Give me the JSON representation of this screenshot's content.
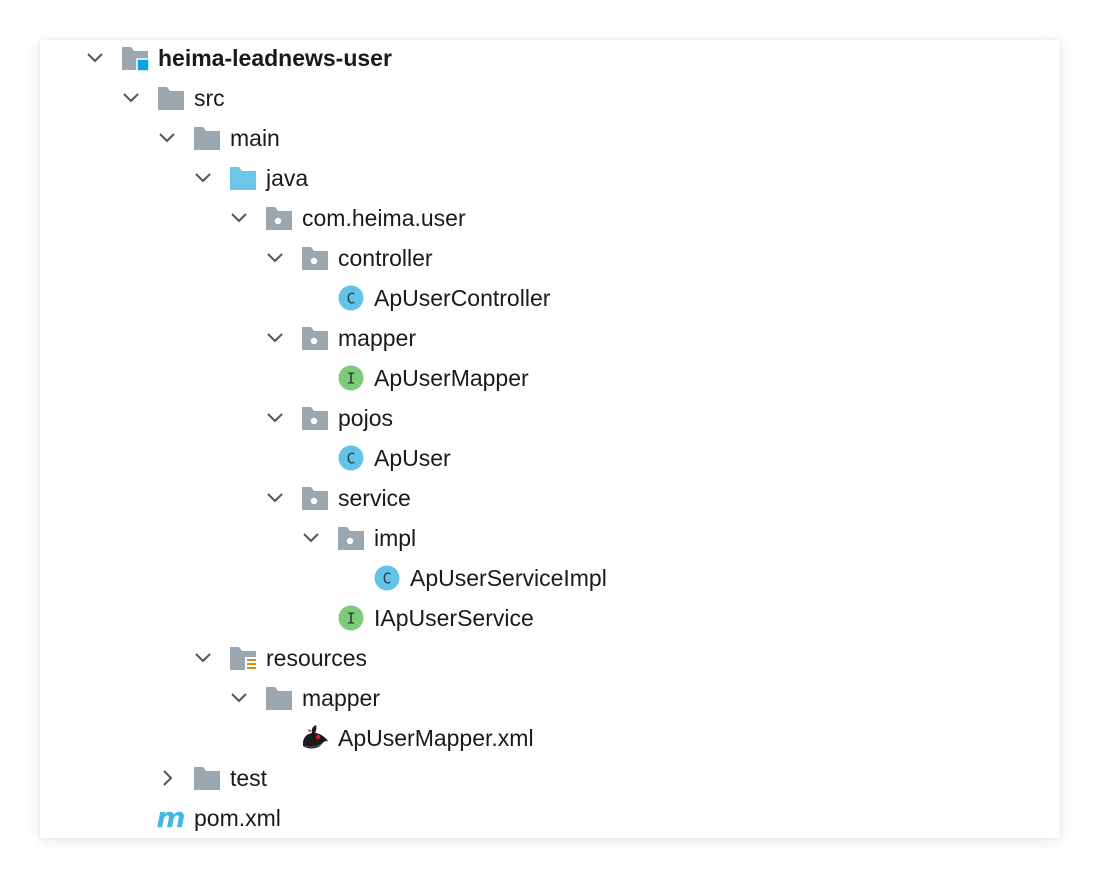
{
  "tree": {
    "rows": [
      {
        "label": "heima-leadnews-user",
        "icon": "module-folder-icon",
        "expanded": true
      },
      {
        "label": "src",
        "icon": "folder-icon",
        "expanded": true
      },
      {
        "label": "main",
        "icon": "folder-icon",
        "expanded": true
      },
      {
        "label": "java",
        "icon": "source-root-folder-icon",
        "expanded": true
      },
      {
        "label": "com.heima.user",
        "icon": "package-icon",
        "expanded": true
      },
      {
        "label": "controller",
        "icon": "package-icon",
        "expanded": true
      },
      {
        "label": "ApUserController",
        "icon": "class-icon"
      },
      {
        "label": "mapper",
        "icon": "package-icon",
        "expanded": true
      },
      {
        "label": "ApUserMapper",
        "icon": "interface-icon"
      },
      {
        "label": "pojos",
        "icon": "package-icon",
        "expanded": true
      },
      {
        "label": "ApUser",
        "icon": "class-icon"
      },
      {
        "label": "service",
        "icon": "package-icon",
        "expanded": true
      },
      {
        "label": "impl",
        "icon": "package-icon",
        "expanded": true
      },
      {
        "label": "ApUserServiceImpl",
        "icon": "class-icon"
      },
      {
        "label": "IApUserService",
        "icon": "interface-icon"
      },
      {
        "label": "resources",
        "icon": "resources-folder-icon",
        "expanded": true
      },
      {
        "label": "mapper",
        "icon": "folder-icon",
        "expanded": true
      },
      {
        "label": "ApUserMapper.xml",
        "icon": "mybatis-bird-icon"
      },
      {
        "label": "test",
        "icon": "folder-icon",
        "expanded": false
      },
      {
        "label": "pom.xml",
        "icon": "maven-icon"
      }
    ],
    "icon_glyphs": {
      "class": "C",
      "interface": "I",
      "maven": "m"
    }
  },
  "colors": {
    "folder_gray": "#9aa7b0",
    "source_root_blue": "#6dc6e7",
    "class_blue": "#62c3e6",
    "interface_green": "#7fc97a",
    "module_marker": "#08a4e0",
    "resources_marker": "#d48c19",
    "maven_blue": "#3fb8e3",
    "chevron": "#555555"
  }
}
